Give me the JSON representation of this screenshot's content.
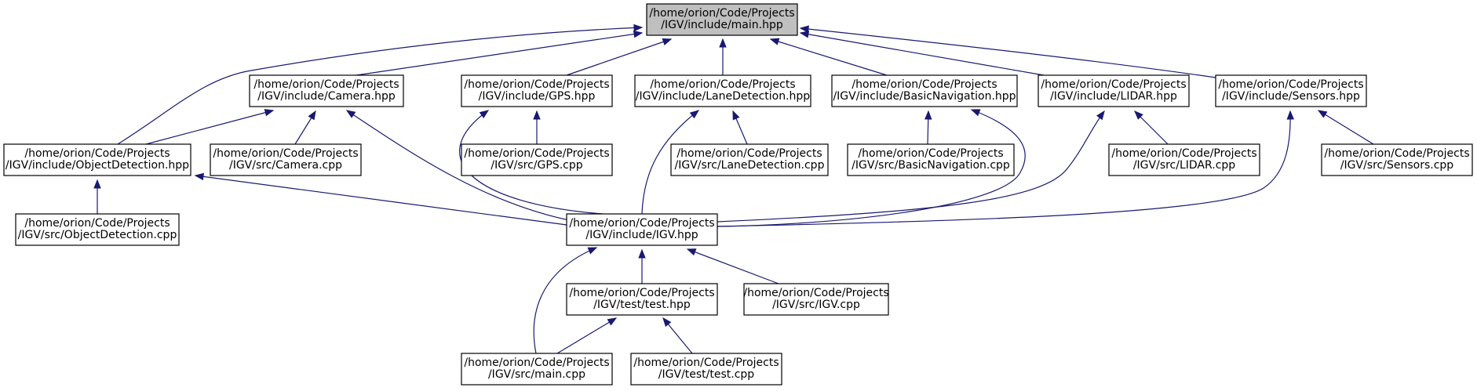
{
  "graph": {
    "nodes": [
      {
        "id": "main_hpp",
        "lines": [
          "/home/orion/Code/Projects",
          "/IGV/include/main.hpp"
        ],
        "root": true
      },
      {
        "id": "camera_hpp",
        "lines": [
          "/home/orion/Code/Projects",
          "/IGV/include/Camera.hpp"
        ]
      },
      {
        "id": "gps_hpp",
        "lines": [
          "/home/orion/Code/Projects",
          "/IGV/include/GPS.hpp"
        ]
      },
      {
        "id": "lanedetection_hpp",
        "lines": [
          "/home/orion/Code/Projects",
          "/IGV/include/LaneDetection.hpp"
        ]
      },
      {
        "id": "basicnavigation_hpp",
        "lines": [
          "/home/orion/Code/Projects",
          "/IGV/include/BasicNavigation.hpp"
        ]
      },
      {
        "id": "lidar_hpp",
        "lines": [
          "/home/orion/Code/Projects",
          "/IGV/include/LIDAR.hpp"
        ]
      },
      {
        "id": "sensors_hpp",
        "lines": [
          "/home/orion/Code/Projects",
          "/IGV/include/Sensors.hpp"
        ]
      },
      {
        "id": "objectdetection_hpp",
        "lines": [
          "/home/orion/Code/Projects",
          "/IGV/include/ObjectDetection.hpp"
        ]
      },
      {
        "id": "camera_cpp",
        "lines": [
          "/home/orion/Code/Projects",
          "/IGV/src/Camera.cpp"
        ]
      },
      {
        "id": "gps_cpp",
        "lines": [
          "/home/orion/Code/Projects",
          "/IGV/src/GPS.cpp"
        ]
      },
      {
        "id": "lanedetection_cpp",
        "lines": [
          "/home/orion/Code/Projects",
          "/IGV/src/LaneDetection.cpp"
        ]
      },
      {
        "id": "basicnavigation_cpp",
        "lines": [
          "/home/orion/Code/Projects",
          "/IGV/src/BasicNavigation.cpp"
        ]
      },
      {
        "id": "lidar_cpp",
        "lines": [
          "/home/orion/Code/Projects",
          "/IGV/src/LIDAR.cpp"
        ]
      },
      {
        "id": "sensors_cpp",
        "lines": [
          "/home/orion/Code/Projects",
          "/IGV/src/Sensors.cpp"
        ]
      },
      {
        "id": "objectdetection_cpp",
        "lines": [
          "/home/orion/Code/Projects",
          "/IGV/src/ObjectDetection.cpp"
        ]
      },
      {
        "id": "igv_hpp",
        "lines": [
          "/home/orion/Code/Projects",
          "/IGV/include/IGV.hpp"
        ]
      },
      {
        "id": "test_hpp",
        "lines": [
          "/home/orion/Code/Projects",
          "/IGV/test/test.hpp"
        ]
      },
      {
        "id": "igv_cpp",
        "lines": [
          "/home/orion/Code/Projects",
          "/IGV/src/IGV.cpp"
        ]
      },
      {
        "id": "main_cpp",
        "lines": [
          "/home/orion/Code/Projects",
          "/IGV/src/main.cpp"
        ]
      },
      {
        "id": "test_cpp",
        "lines": [
          "/home/orion/Code/Projects",
          "/IGV/test/test.cpp"
        ]
      }
    ],
    "edges": [
      {
        "from": "camera_hpp",
        "to": "main_hpp"
      },
      {
        "from": "gps_hpp",
        "to": "main_hpp"
      },
      {
        "from": "lanedetection_hpp",
        "to": "main_hpp"
      },
      {
        "from": "basicnavigation_hpp",
        "to": "main_hpp"
      },
      {
        "from": "lidar_hpp",
        "to": "main_hpp"
      },
      {
        "from": "sensors_hpp",
        "to": "main_hpp"
      },
      {
        "from": "objectdetection_hpp",
        "to": "main_hpp"
      },
      {
        "from": "objectdetection_hpp",
        "to": "camera_hpp"
      },
      {
        "from": "camera_cpp",
        "to": "camera_hpp"
      },
      {
        "from": "igv_hpp",
        "to": "camera_hpp"
      },
      {
        "from": "gps_cpp",
        "to": "gps_hpp"
      },
      {
        "from": "igv_hpp",
        "to": "gps_hpp"
      },
      {
        "from": "lanedetection_cpp",
        "to": "lanedetection_hpp"
      },
      {
        "from": "igv_hpp",
        "to": "lanedetection_hpp"
      },
      {
        "from": "basicnavigation_cpp",
        "to": "basicnavigation_hpp"
      },
      {
        "from": "igv_hpp",
        "to": "basicnavigation_hpp"
      },
      {
        "from": "lidar_cpp",
        "to": "lidar_hpp"
      },
      {
        "from": "igv_hpp",
        "to": "lidar_hpp"
      },
      {
        "from": "sensors_cpp",
        "to": "sensors_hpp"
      },
      {
        "from": "igv_hpp",
        "to": "sensors_hpp"
      },
      {
        "from": "objectdetection_cpp",
        "to": "objectdetection_hpp"
      },
      {
        "from": "igv_hpp",
        "to": "objectdetection_hpp"
      },
      {
        "from": "test_hpp",
        "to": "igv_hpp"
      },
      {
        "from": "igv_cpp",
        "to": "igv_hpp"
      },
      {
        "from": "main_cpp",
        "to": "igv_hpp"
      },
      {
        "from": "main_cpp",
        "to": "test_hpp"
      },
      {
        "from": "test_cpp",
        "to": "test_hpp"
      }
    ]
  },
  "colors": {
    "edge": "#191970",
    "root_fill": "#bfbfbf",
    "node_fill": "#ffffff",
    "node_stroke": "#000000"
  }
}
